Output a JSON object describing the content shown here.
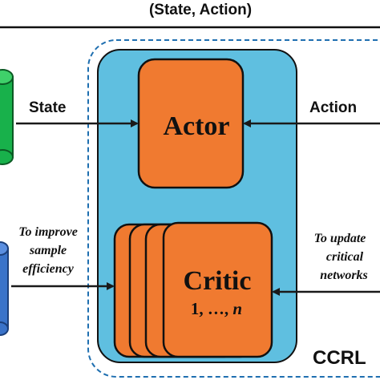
{
  "header": {
    "text": "(State, Action)"
  },
  "labels": {
    "state": "State",
    "action": "Action",
    "actor": "Actor",
    "critic": "Critic",
    "critic_index": "1, …, ",
    "critic_index_n": "n",
    "ccrl": "CCRL"
  },
  "notes": {
    "left": [
      "To improve",
      "sample",
      "efficiency"
    ],
    "right": [
      "To update",
      "critical",
      "networks"
    ]
  },
  "colors": {
    "orange": "#f07a30",
    "panel_blue": "#5fbfe0",
    "dashed_border": "#1f6fb0",
    "cylinder_green": "#18b14b",
    "cylinder_blue": "#3a73c9",
    "arrow": "#1a1a1a"
  }
}
